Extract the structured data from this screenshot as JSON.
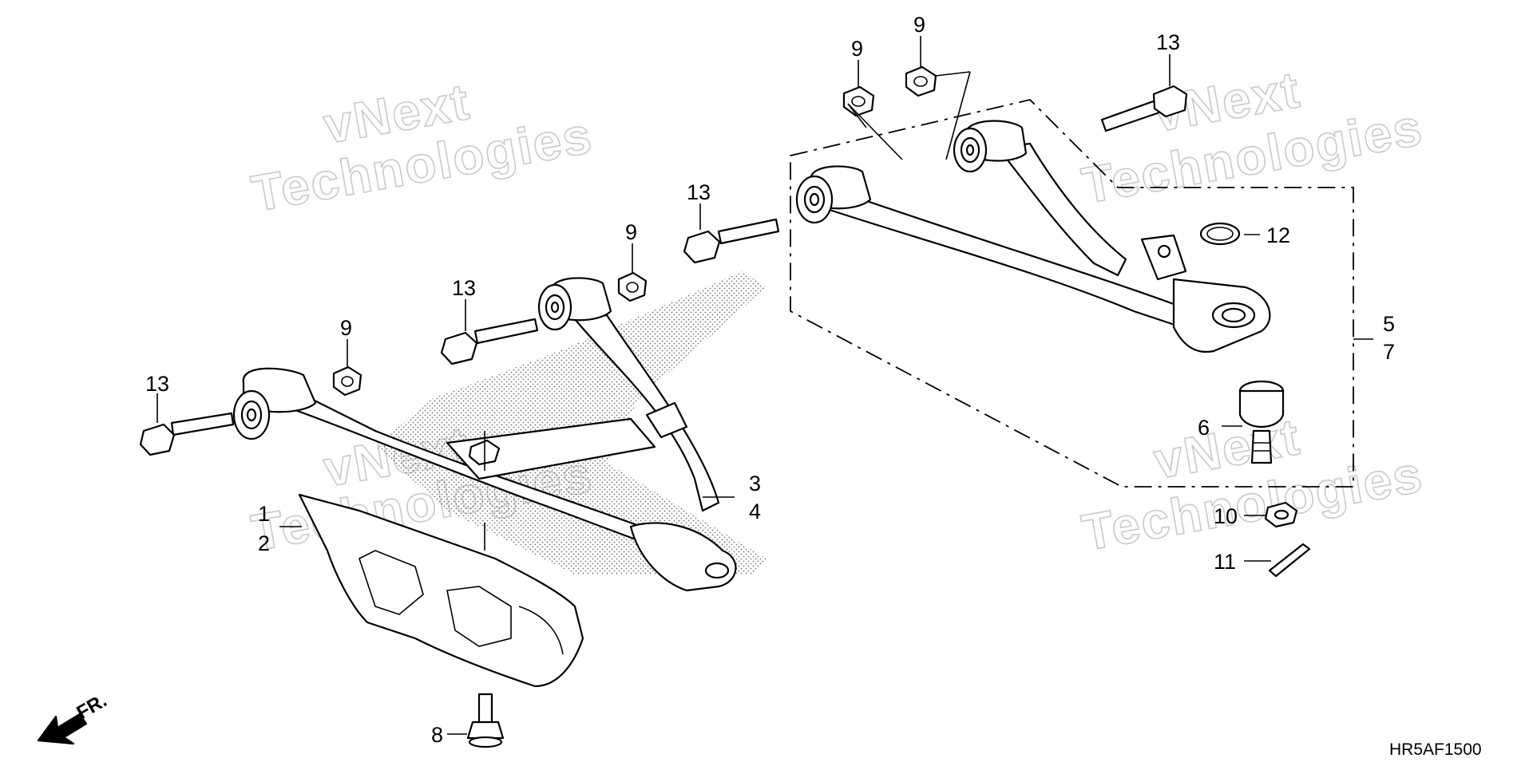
{
  "diagram": {
    "code": "HR5AF1500",
    "direction_label": "FR.",
    "callouts": {
      "c1": "1",
      "c2": "2",
      "c3": "3",
      "c4": "4",
      "c5": "5",
      "c6": "6",
      "c7": "7",
      "c8": "8",
      "c9a": "9",
      "c9b": "9",
      "c9c": "9",
      "c9d": "9",
      "c10": "10",
      "c11": "11",
      "c12": "12",
      "c13a": "13",
      "c13b": "13",
      "c13c": "13",
      "c13d": "13"
    },
    "watermark": {
      "line1": "vNext",
      "line2": "Technologies"
    }
  }
}
